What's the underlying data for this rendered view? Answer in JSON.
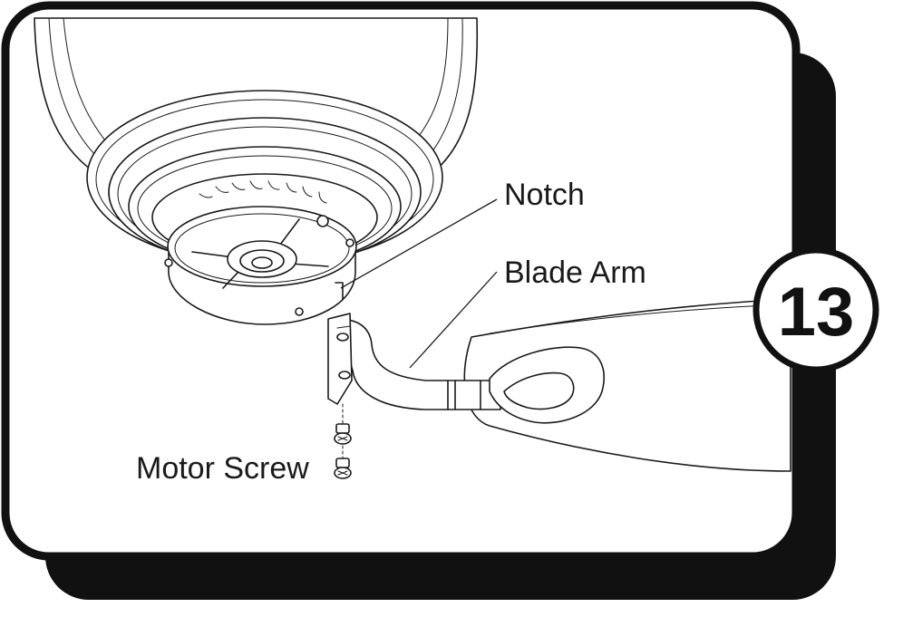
{
  "step": {
    "number": "13"
  },
  "labels": {
    "notch": "Notch",
    "blade_arm": "Blade Arm",
    "motor_screw": "Motor Screw"
  },
  "colors": {
    "card_border": "#111111",
    "card_shadow": "#111111",
    "background": "#ffffff",
    "ink": "#1a1a1a"
  }
}
